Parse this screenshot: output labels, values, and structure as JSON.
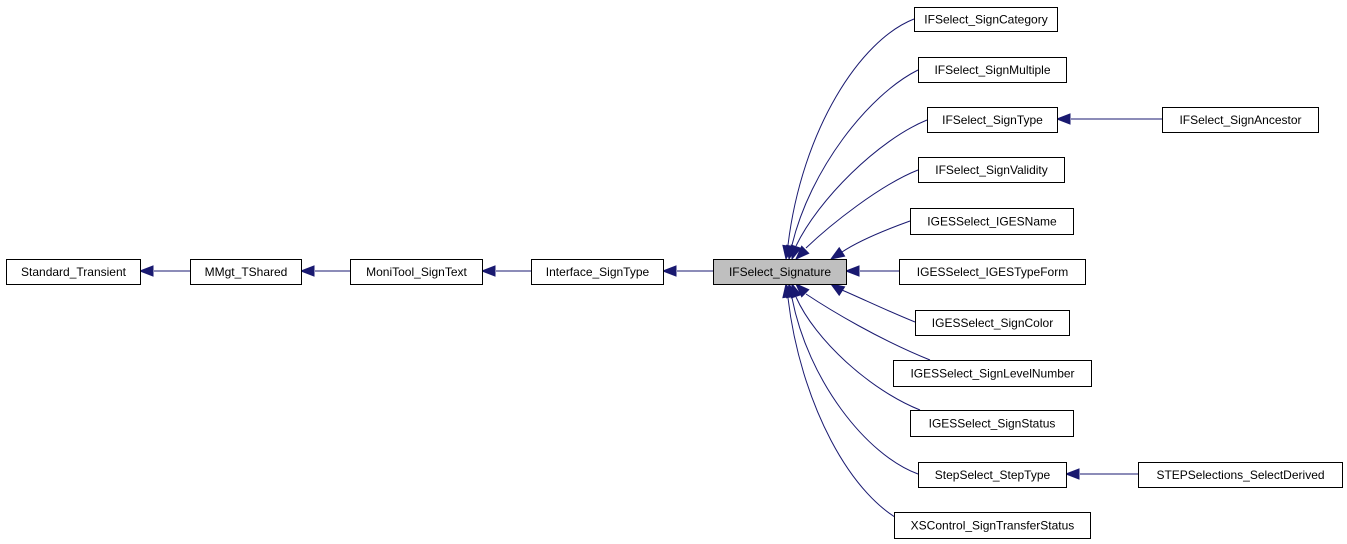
{
  "diagram": {
    "kind": "class inheritance graph",
    "current_class": "IFSelect_Signature",
    "colors": {
      "edge": "#191970",
      "node_border": "#000000",
      "node_fill": "#ffffff",
      "current_node_fill": "#bfbfbf"
    },
    "nodes": [
      {
        "id": "standard_transient",
        "label": "Standard_Transient"
      },
      {
        "id": "mmgt_tshared",
        "label": "MMgt_TShared"
      },
      {
        "id": "monitool_signtext",
        "label": "MoniTool_SignText"
      },
      {
        "id": "interface_signtype",
        "label": "Interface_SignType"
      },
      {
        "id": "ifselect_signature",
        "label": "IFSelect_Signature"
      },
      {
        "id": "ifselect_signcategory",
        "label": "IFSelect_SignCategory"
      },
      {
        "id": "ifselect_signmultiple",
        "label": "IFSelect_SignMultiple"
      },
      {
        "id": "ifselect_signtype",
        "label": "IFSelect_SignType"
      },
      {
        "id": "ifselect_signvalidity",
        "label": "IFSelect_SignValidity"
      },
      {
        "id": "igesselect_igesname",
        "label": "IGESSelect_IGESName"
      },
      {
        "id": "igesselect_igestypeform",
        "label": "IGESSelect_IGESTypeForm"
      },
      {
        "id": "igesselect_signcolor",
        "label": "IGESSelect_SignColor"
      },
      {
        "id": "igesselect_signlevelnumber",
        "label": "IGESSelect_SignLevelNumber"
      },
      {
        "id": "igesselect_signstatus",
        "label": "IGESSelect_SignStatus"
      },
      {
        "id": "stepselect_steptype",
        "label": "StepSelect_StepType"
      },
      {
        "id": "xscontrol_signtransferstatus",
        "label": "XSControl_SignTransferStatus"
      },
      {
        "id": "ifselect_signancestor",
        "label": "IFSelect_SignAncestor"
      },
      {
        "id": "stepselections_selectderived",
        "label": "STEPSelections_SelectDerived"
      }
    ],
    "edges": [
      {
        "from": "mmgt_tshared",
        "to": "standard_transient"
      },
      {
        "from": "monitool_signtext",
        "to": "mmgt_tshared"
      },
      {
        "from": "interface_signtype",
        "to": "monitool_signtext"
      },
      {
        "from": "ifselect_signature",
        "to": "interface_signtype"
      },
      {
        "from": "ifselect_signcategory",
        "to": "ifselect_signature"
      },
      {
        "from": "ifselect_signmultiple",
        "to": "ifselect_signature"
      },
      {
        "from": "ifselect_signtype",
        "to": "ifselect_signature"
      },
      {
        "from": "ifselect_signvalidity",
        "to": "ifselect_signature"
      },
      {
        "from": "igesselect_igesname",
        "to": "ifselect_signature"
      },
      {
        "from": "igesselect_igestypeform",
        "to": "ifselect_signature"
      },
      {
        "from": "igesselect_signcolor",
        "to": "ifselect_signature"
      },
      {
        "from": "igesselect_signlevelnumber",
        "to": "ifselect_signature"
      },
      {
        "from": "igesselect_signstatus",
        "to": "ifselect_signature"
      },
      {
        "from": "stepselect_steptype",
        "to": "ifselect_signature"
      },
      {
        "from": "xscontrol_signtransferstatus",
        "to": "ifselect_signature"
      },
      {
        "from": "ifselect_signancestor",
        "to": "ifselect_signtype"
      },
      {
        "from": "stepselections_selectderived",
        "to": "stepselect_steptype"
      }
    ]
  }
}
